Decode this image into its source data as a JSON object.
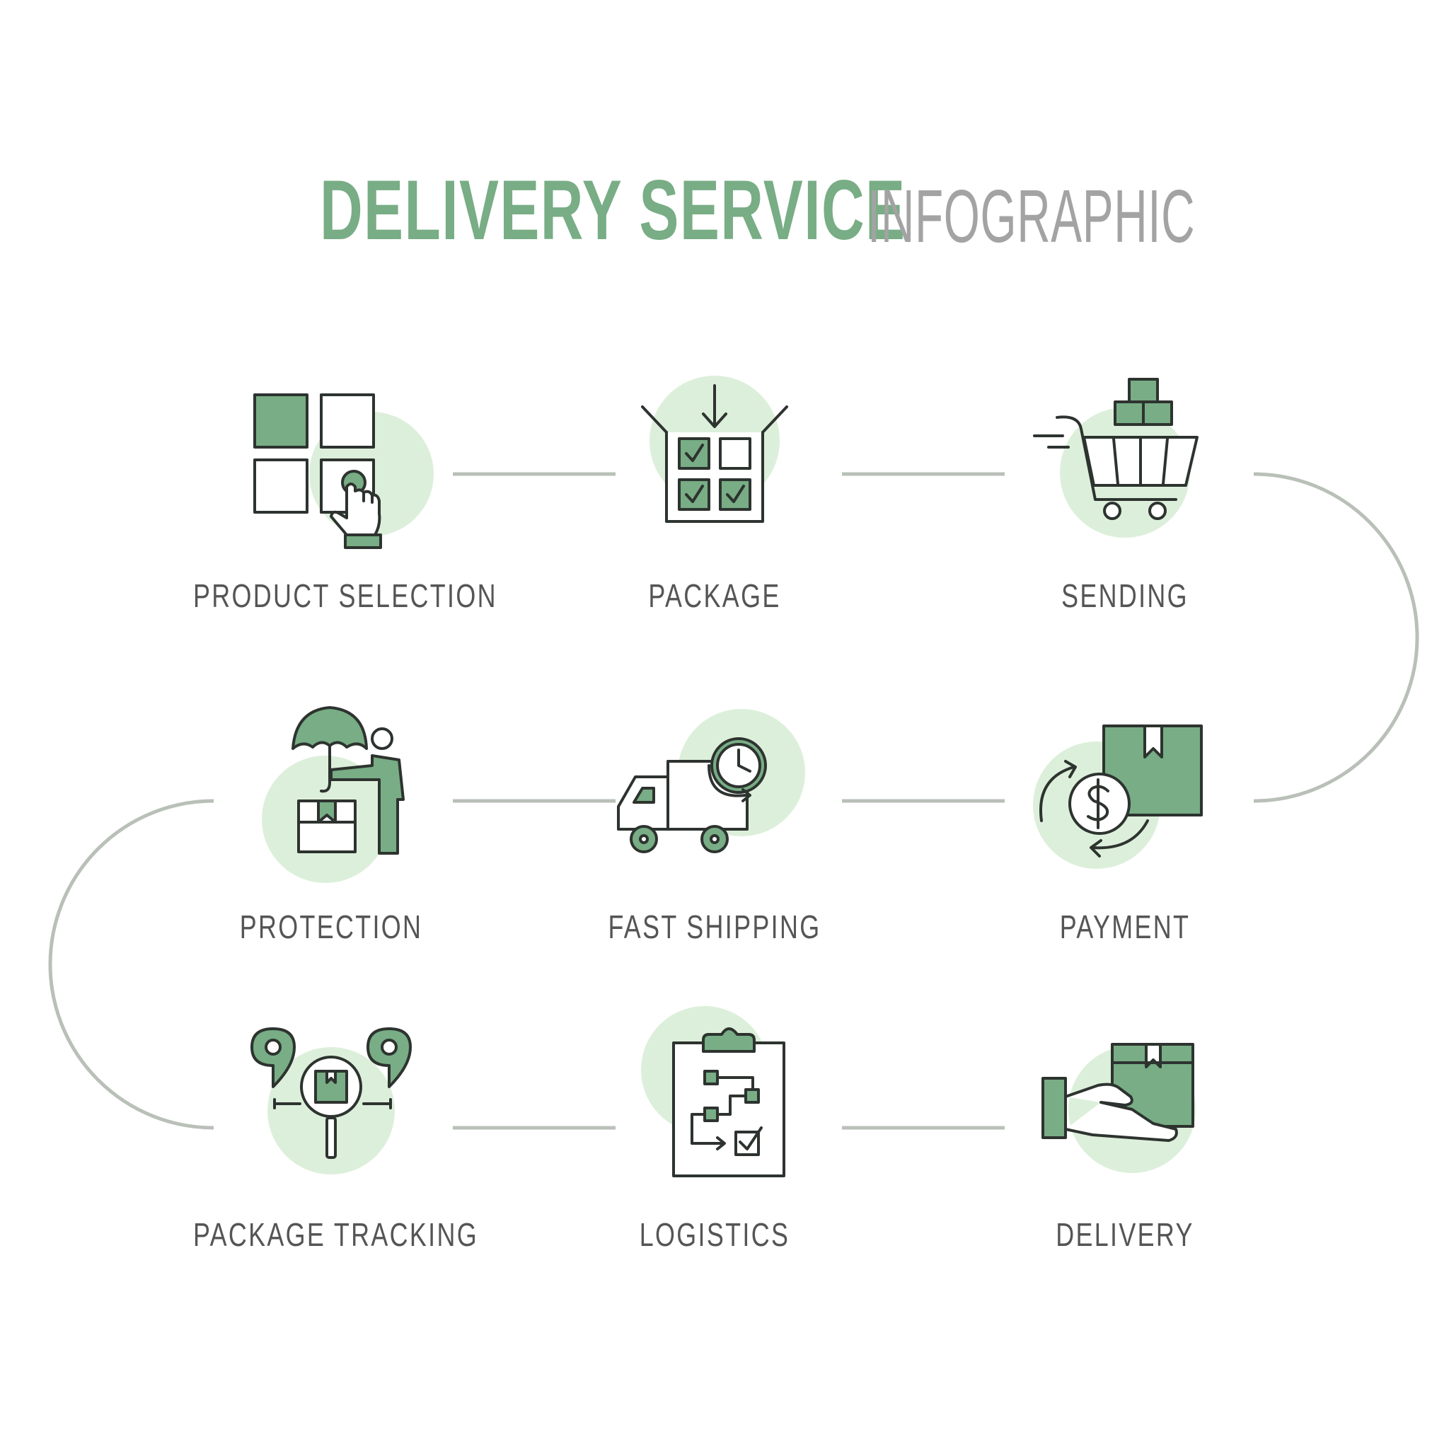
{
  "title": {
    "main": "DELIVERY SERVICE",
    "sub": "INFOGRAPHIC"
  },
  "colors": {
    "accent": "#78ad85",
    "light": "#dcefda",
    "outline": "#2d332f",
    "connector": "#b9c0b8",
    "label": "#555555",
    "subtitle": "#a3a3a3"
  },
  "steps": [
    {
      "id": "product-selection",
      "label": "PRODUCT SELECTION",
      "icon": "product-grid-select-icon"
    },
    {
      "id": "package",
      "label": "PACKAGE",
      "icon": "open-box-icon"
    },
    {
      "id": "sending",
      "label": "SENDING",
      "icon": "shopping-cart-icon"
    },
    {
      "id": "protection",
      "label": "PROTECTION",
      "icon": "umbrella-protection-icon"
    },
    {
      "id": "fast-shipping",
      "label": "FAST SHIPPING",
      "icon": "delivery-truck-clock-icon"
    },
    {
      "id": "payment",
      "label": "PAYMENT",
      "icon": "payment-dollar-icon"
    },
    {
      "id": "package-tracking",
      "label": "PACKAGE TRACKING",
      "icon": "tracking-magnifier-icon"
    },
    {
      "id": "logistics",
      "label": "LOGISTICS",
      "icon": "clipboard-flow-icon"
    },
    {
      "id": "delivery",
      "label": "DELIVERY",
      "icon": "hand-box-icon"
    }
  ]
}
